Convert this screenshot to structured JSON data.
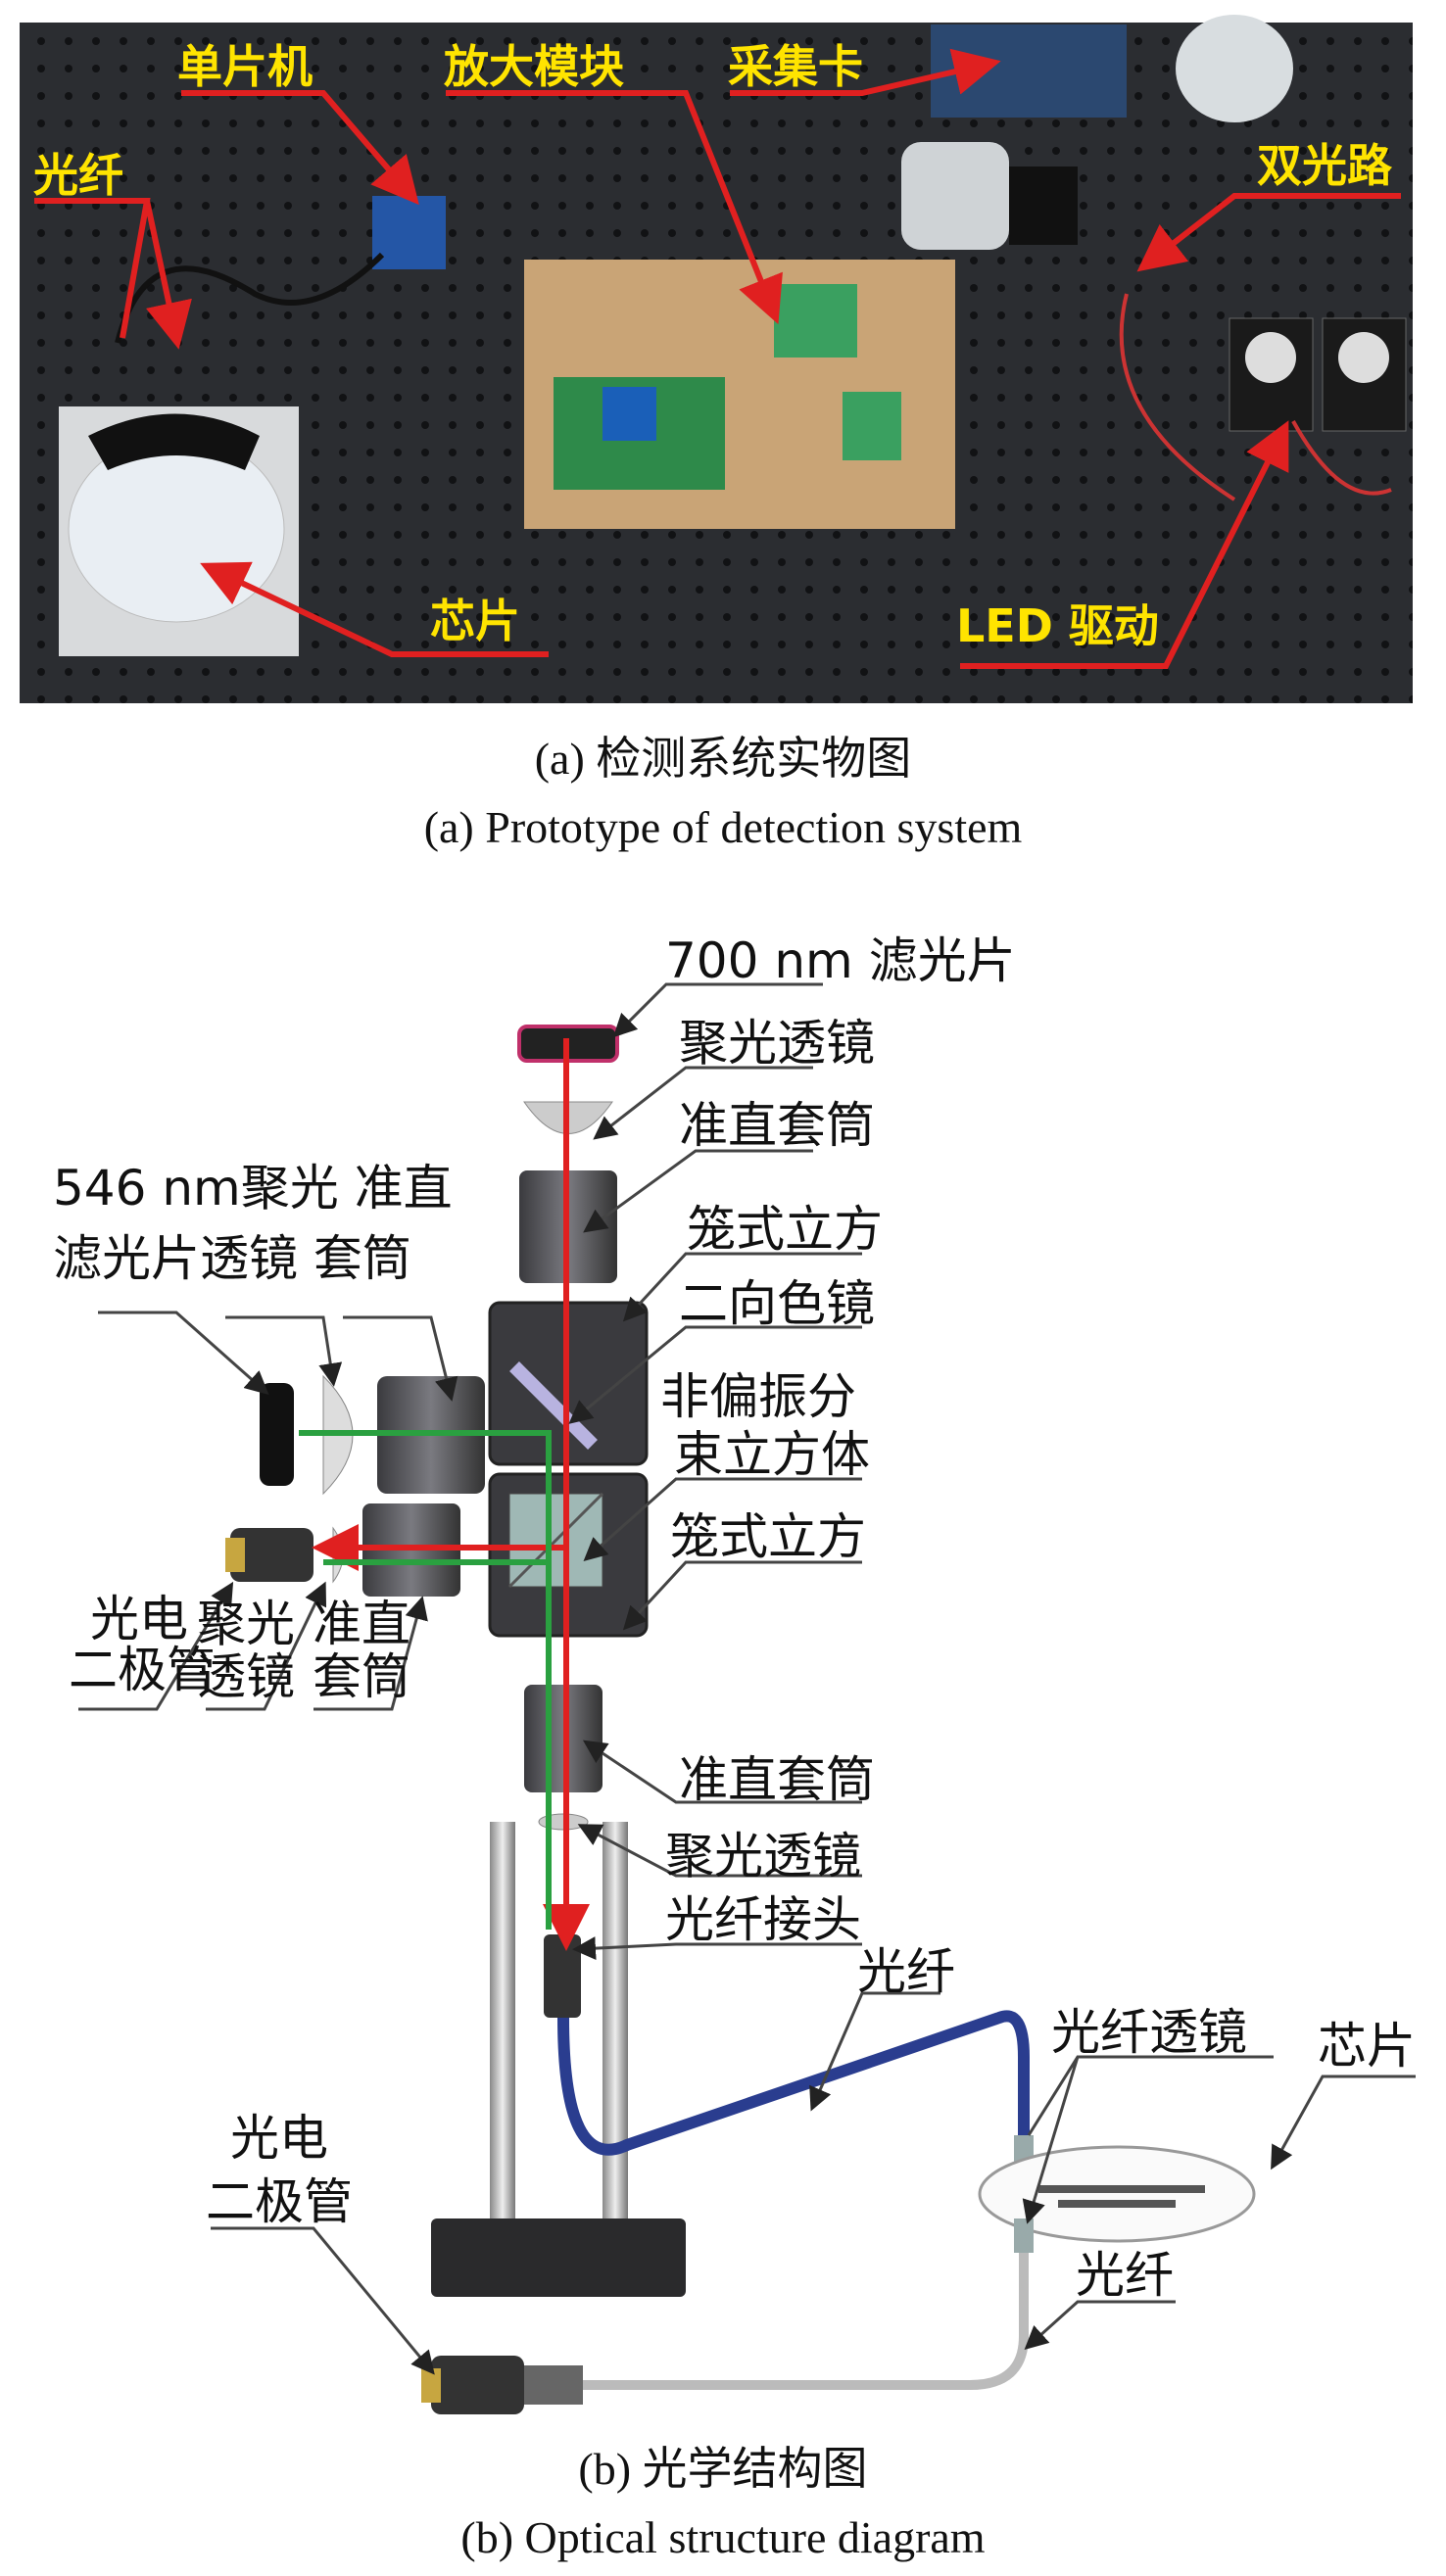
{
  "photo": {
    "labels": {
      "mcu": "单片机",
      "amplifier": "放大模块",
      "daq_card": "采集卡",
      "fiber": "光纤",
      "dual_path": "双光路",
      "chip": "芯片",
      "led_driver": "LED 驱动"
    },
    "caption_cn": "(a) 检测系统实物图",
    "caption_en": "(a) Prototype of detection system"
  },
  "diagram": {
    "labels": {
      "filter_700": "700 nm 滤光片",
      "condenser_top": "聚光透镜",
      "collimator_top": "准直套筒",
      "left_line1": "546 nm聚光 准直",
      "left_line2": "滤光片透镜 套筒",
      "cage_cube_1": "笼式立方",
      "dichroic": "二向色镜",
      "bs_line1": "非偏振分",
      "bs_line2": "束立方体",
      "cage_cube_2": "笼式立方",
      "pd_line1": "光电",
      "pd_line2": "二极管",
      "cond_line1": "聚光",
      "cond_line2": "透镜",
      "coll_line1": "准直",
      "coll_line2": "套筒",
      "collimator_bottom": "准直套筒",
      "condenser_bottom": "聚光透镜",
      "fiber_connector": "光纤接头",
      "fiber_1": "光纤",
      "fiber_lens": "光纤透镜",
      "chip": "芯片",
      "pd2_line1": "光电",
      "pd2_line2": "二极管",
      "fiber_2": "光纤"
    },
    "caption_cn": "(b) 光学结构图",
    "caption_en": "(b) Optical structure diagram"
  },
  "colors": {
    "arrow": "#e02020",
    "label_yellow": "#ffe400",
    "beam_red": "#e02020",
    "beam_green": "#2aa040",
    "fiber_blue": "#2a3d8f"
  }
}
